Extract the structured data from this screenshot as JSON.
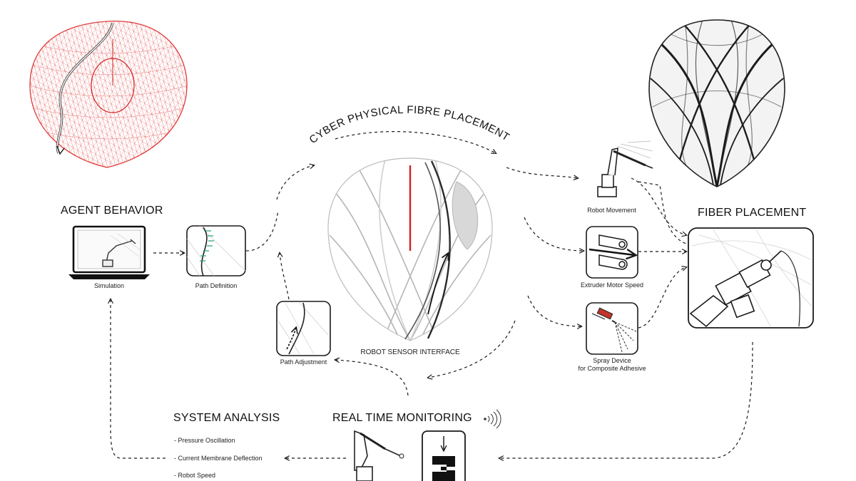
{
  "title_arc": "CYBER PHYSICAL FIBRE PLACEMENT",
  "sections": {
    "agent_behavior": "AGENT BEHAVIOR",
    "fiber_placement": "FIBER PLACEMENT",
    "system_analysis": "SYSTEM ANALYSIS",
    "real_time_monitoring": "REAL TIME MONITORING",
    "robot_sensor_interface": "ROBOT SENSOR INTERFACE"
  },
  "captions": {
    "simulation": "Simulation",
    "path_definition": "Path Definition",
    "path_adjustment": "Path Adjustment",
    "robot_movement": "Robot Movement",
    "extruder_motor_speed": "Extruder Motor Speed",
    "spray_device_line1": "Spray Device",
    "spray_device_line2": "for Composite Adhesive"
  },
  "analysis_items": [
    "- Pressure Oscillation",
    "- Current Membrane Deflection",
    "- Robot Speed"
  ],
  "colors": {
    "mesh_red": "#e03a3a",
    "ink": "#1a1a1a",
    "fibre_grey": "#9a9a9a"
  },
  "icons": {
    "wifi": "signal-waves-icon"
  }
}
